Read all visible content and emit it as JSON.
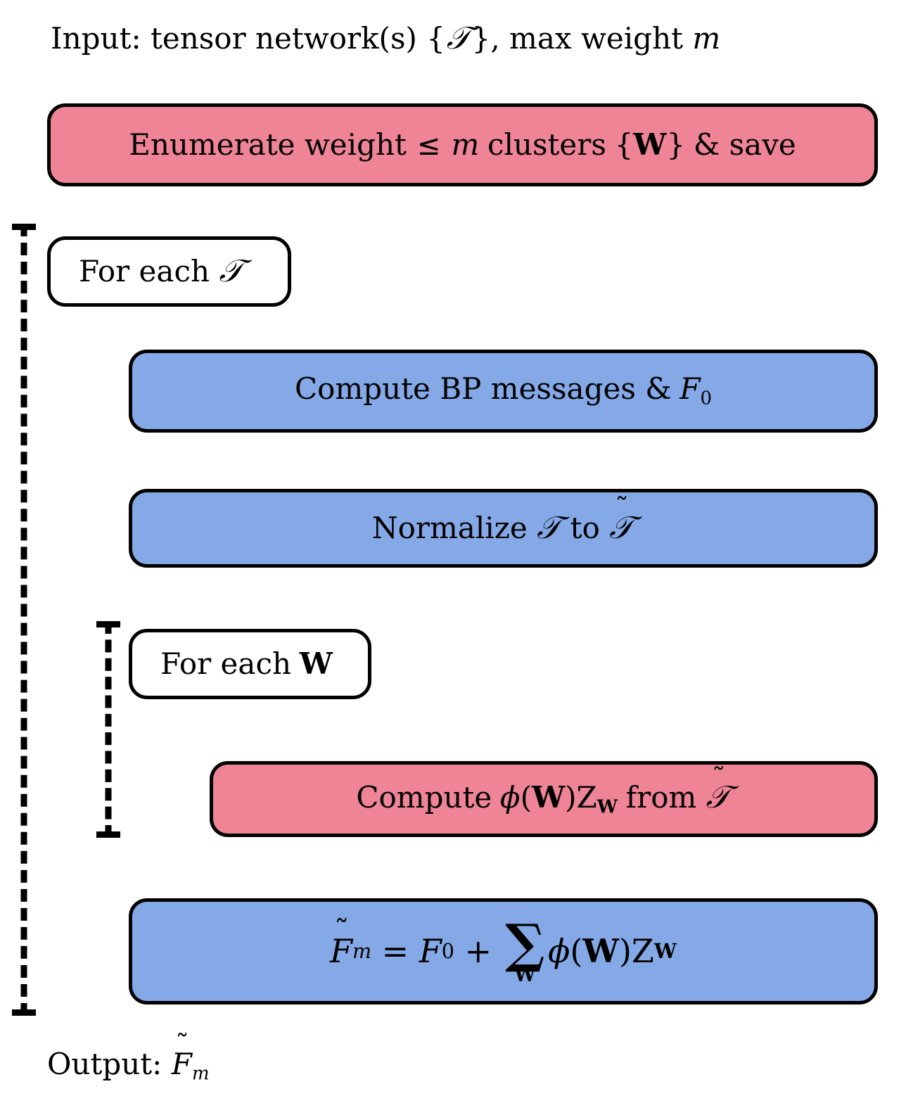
{
  "diagram": {
    "title": "Tensor-network cluster-expansion free-energy algorithm flowchart",
    "background_color": "#ffffff",
    "colors": {
      "red_node": "#EE8496",
      "blue_node": "#84A9E6",
      "white_node": "#ffffff",
      "outline": "#000000"
    },
    "input_label": "Input: tensor network(s) {ℰ}, max weight m",
    "output_label": "Output: F̃ₘ",
    "nodes": [
      {
        "id": "enumerate-clusters",
        "label": "Enumerate weight ≤ m clusters {W} & save",
        "color": "red"
      },
      {
        "id": "for-each-tensor-network",
        "label": "For each 𝒯",
        "color": "white",
        "kind": "loop-header"
      },
      {
        "id": "compute-bp-messages",
        "label": "Compute BP messages & F₀",
        "color": "blue"
      },
      {
        "id": "normalize-tensor-network",
        "label": "Normalize 𝒯 to 𝒯̃",
        "color": "blue"
      },
      {
        "id": "for-each-cluster",
        "label": "For each W",
        "color": "white",
        "kind": "loop-header"
      },
      {
        "id": "compute-cluster-contribution",
        "label": "Compute ϕ(W)Z_W from 𝒯̃",
        "color": "red"
      },
      {
        "id": "sum-free-energy",
        "label": "F̃ₘ = F₀ + ∑_W ϕ(W)Z_W",
        "color": "blue"
      }
    ],
    "loops": [
      {
        "id": "outer-loop",
        "over": "𝒯",
        "style": "dashed-bracket"
      },
      {
        "id": "inner-loop",
        "over": "W",
        "style": "dashed-bracket"
      }
    ]
  }
}
